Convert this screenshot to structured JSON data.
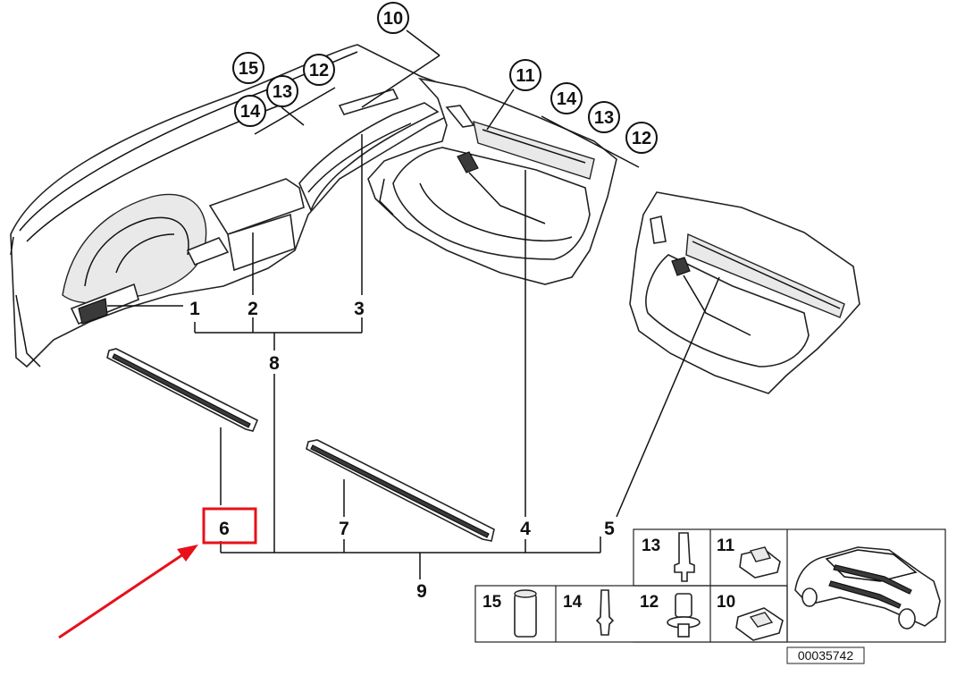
{
  "callouts": {
    "c10": "10",
    "c15": "15",
    "c12a": "12",
    "c13a": "13",
    "c14a": "14",
    "c11": "11",
    "c14b": "14",
    "c13b": "13",
    "c12b": "12"
  },
  "labels": {
    "l1": "1",
    "l2": "2",
    "l3": "3",
    "l8": "8",
    "l6": "6",
    "l7": "7",
    "l4": "4",
    "l5": "5",
    "l9": "9"
  },
  "legend": {
    "l13": "13",
    "l11": "11",
    "l15": "15",
    "l14": "14",
    "l12": "12",
    "l10": "10"
  },
  "part_number": "00035742",
  "highlight_color": "#e8101a",
  "arrow_color": "#e8101a"
}
